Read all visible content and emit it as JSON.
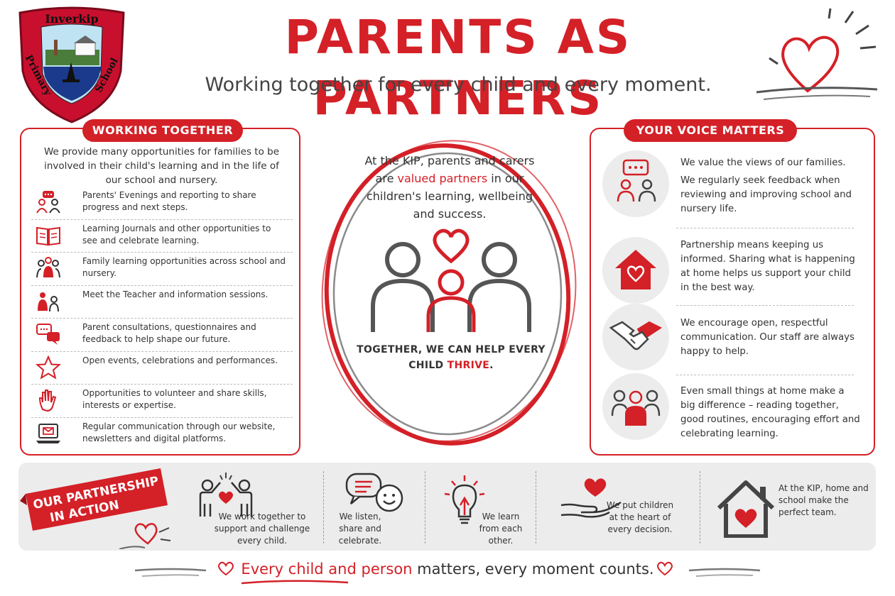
{
  "crest": {
    "top_word": "Inverkip",
    "left_word": "Primary",
    "right_word": "School"
  },
  "header": {
    "title": "PARENTS AS PARTNERS",
    "subtitle": "Working together for every child and every moment."
  },
  "working_together": {
    "heading": "WORKING TOGETHER",
    "intro": "We provide many opportunities for families to be involved in their child's learning and in the life of our school and nursery.",
    "items": [
      {
        "icon": "parents-evening-icon",
        "text": "Parents' Evenings and reporting to share progress and next steps."
      },
      {
        "icon": "open-book-icon",
        "text": "Learning Journals and other opportunities to see and celebrate learning."
      },
      {
        "icon": "family-group-icon",
        "text": "Family learning opportunities across school and nursery."
      },
      {
        "icon": "teacher-meeting-icon",
        "text": "Meet the Teacher and information sessions."
      },
      {
        "icon": "speech-bubbles-icon",
        "text": "Parent consultations, questionnaires and feedback to help shape our future."
      },
      {
        "icon": "star-icon",
        "text": "Open events, celebrations and performances."
      },
      {
        "icon": "raised-hand-icon",
        "text": "Opportunities to volunteer and share skills, interests or expertise."
      },
      {
        "icon": "laptop-mail-icon",
        "text": "Regular communication through our website, newsletters and digital platforms."
      }
    ]
  },
  "center": {
    "text_1": "At the KIP, parents and carers are ",
    "text_red": "valued partners",
    "text_2": " in our children's learning, wellbeing and success.",
    "together_1": "TOGETHER, WE CAN HELP EVERY CHILD ",
    "together_red": "THRIVE",
    "together_2": "."
  },
  "your_voice": {
    "heading": "YOUR VOICE MATTERS",
    "items": [
      {
        "icon": "feedback-chat-icon",
        "text_a": "We value the views of our families.",
        "text_b": "We regularly seek feedback when reviewing and improving school and nursery life."
      },
      {
        "icon": "house-heart-icon",
        "text": "Partnership means keeping us informed. Sharing what is happening at home helps us support your child in the best way."
      },
      {
        "icon": "handshake-icon",
        "text": "We encourage open, respectful communication. Our staff are always happy to help."
      },
      {
        "icon": "community-icon",
        "text": "Even small things at home make a big difference – reading together, good routines, encouraging effort and celebrating learning."
      }
    ]
  },
  "partnership": {
    "banner_line1": "OUR PARTNERSHIP",
    "banner_line2": "IN ACTION",
    "items": [
      {
        "icon": "high-five-heart-icon",
        "text": "We work together to support and challenge every child."
      },
      {
        "icon": "chat-smile-icon",
        "text": "We listen, share and celebrate."
      },
      {
        "icon": "lightbulb-icon",
        "text": "We learn from each other."
      },
      {
        "icon": "hand-heart-icon",
        "text": "We put children at the heart of every decision."
      },
      {
        "icon": "home-heart-icon",
        "text": "At the KIP, home and school make the perfect team."
      }
    ]
  },
  "footer": {
    "text_red": "Every child and person",
    "text_rest": " matters, every moment counts."
  },
  "colors": {
    "accent_red": "#d42027",
    "dark_text": "#333333",
    "panel_grey": "#ececec"
  }
}
